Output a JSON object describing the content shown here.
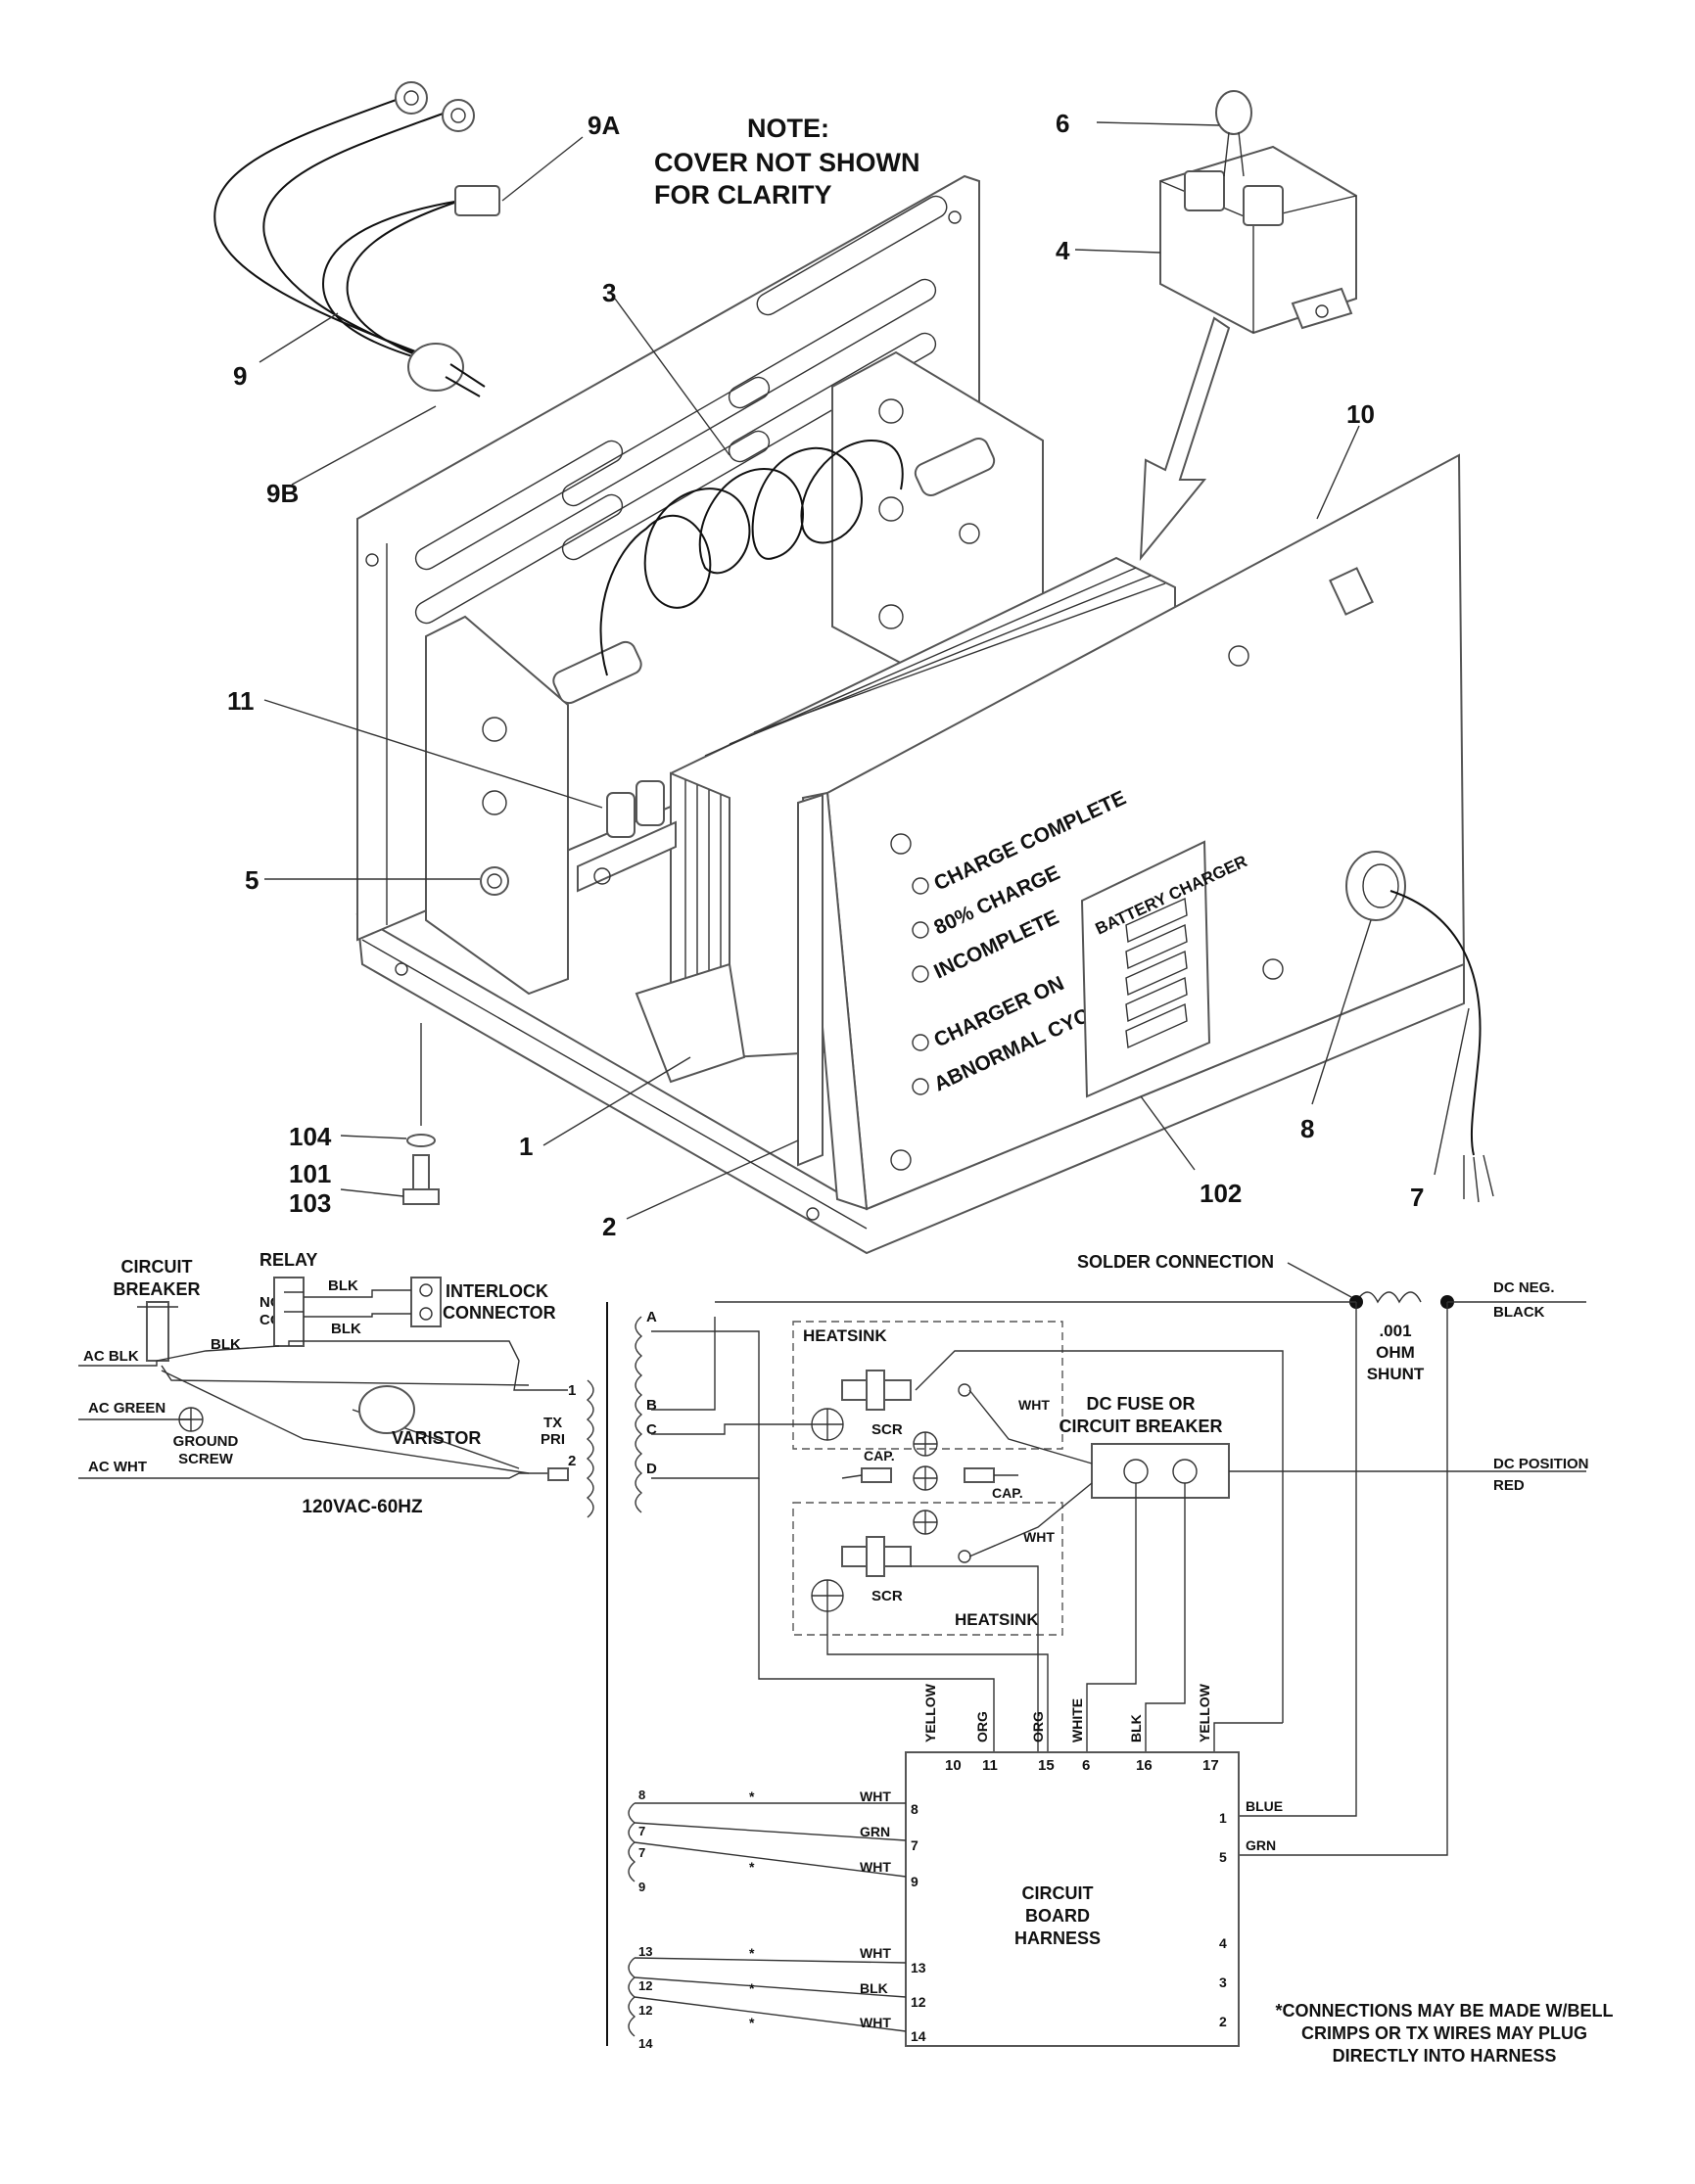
{
  "note": {
    "line1": "NOTE:",
    "line2": "COVER NOT SHOWN",
    "line3": "FOR CLARITY"
  },
  "callouts": {
    "c9A": "9A",
    "c6": "6",
    "c3": "3",
    "c4": "4",
    "c9": "9",
    "c9B": "9B",
    "c10": "10",
    "c11": "11",
    "c5": "5",
    "c104": "104",
    "c101": "101",
    "c103": "103",
    "c1": "1",
    "c2": "2",
    "c102": "102",
    "c8": "8",
    "c7": "7"
  },
  "panel": {
    "indicators": [
      "CHARGE COMPLETE",
      "80% CHARGE",
      "INCOMPLETE",
      "CHARGER ON",
      "ABNORMAL CYCLE"
    ],
    "label": "BATTERY CHARGER"
  },
  "ac_circuit": {
    "circuit_breaker_1": "CIRCUIT",
    "circuit_breaker_2": "BREAKER",
    "relay": "RELAY",
    "no": "NO",
    "com": "COM",
    "blk_top": "BLK",
    "blk_mid": "BLK",
    "blk_ac": "BLK",
    "interlock_1": "INTERLOCK",
    "interlock_2": "CONNECTOR",
    "ac_blk": "AC BLK",
    "ac_green": "AC GREEN",
    "ac_wht": "AC WHT",
    "ground_1": "GROUND",
    "ground_2": "SCREW",
    "varistor": "VARISTOR",
    "tx_1": "TX",
    "tx_2": "PRI",
    "tx_pin1": "1",
    "tx_pin2": "2",
    "supply": "120VAC-60HZ"
  },
  "dc_circuit": {
    "solder": "SOLDER CONNECTION",
    "dc_neg": "DC NEG.",
    "black": "BLACK",
    "shunt_1": ".001",
    "shunt_2": "OHM",
    "shunt_3": "SHUNT",
    "tap_a": "A",
    "tap_b": "B",
    "tap_c": "C",
    "tap_d": "D",
    "heatsink_top": "HEATSINK",
    "heatsink_bottom": "HEATSINK",
    "scr_top": "SCR",
    "scr_bottom": "SCR",
    "wht_top": "WHT",
    "wht_bottom": "WHT",
    "cap_1": "CAP.",
    "cap_2": "CAP.",
    "fuse_1": "DC FUSE OR",
    "fuse_2": "CIRCUIT BREAKER",
    "dc_pos": "DC POSITION",
    "red": "RED"
  },
  "harness": {
    "title_1": "CIRCUIT",
    "title_2": "BOARD",
    "title_3": "HARNESS",
    "top_wires": [
      {
        "color": "YELLOW",
        "pin": "10"
      },
      {
        "color": "ORG",
        "pin": "11"
      },
      {
        "color": "ORG",
        "pin": "15"
      },
      {
        "color": "WHITE",
        "pin": "6"
      },
      {
        "color": "BLK",
        "pin": "16"
      },
      {
        "color": "YELLOW",
        "pin": "17"
      }
    ],
    "left_wires": [
      {
        "tap": "8",
        "star": "*",
        "color": "WHT",
        "pin": "8"
      },
      {
        "tap": "7",
        "star": "",
        "color": "GRN",
        "pin": "7"
      },
      {
        "tap": "7",
        "star": "*",
        "color": "WHT",
        "pin": "9"
      },
      {
        "tap": "9",
        "star": "",
        "color": "",
        "pin": ""
      },
      {
        "tap": "13",
        "star": "*",
        "color": "WHT",
        "pin": "13"
      },
      {
        "tap": "12",
        "star": "*",
        "color": "BLK",
        "pin": "12"
      },
      {
        "tap": "12",
        "star": "*",
        "color": "WHT",
        "pin": "14"
      },
      {
        "tap": "14",
        "star": "",
        "color": "",
        "pin": ""
      }
    ],
    "right_pins": [
      {
        "pin": "1",
        "wire": "BLUE"
      },
      {
        "pin": "5",
        "wire": "GRN"
      },
      {
        "pin": "4",
        "wire": ""
      },
      {
        "pin": "3",
        "wire": ""
      },
      {
        "pin": "2",
        "wire": ""
      }
    ]
  },
  "footnote": {
    "line1": "*CONNECTIONS MAY BE MADE W/BELL",
    "line2": "CRIMPS OR TX WIRES MAY PLUG",
    "line3": "DIRECTLY INTO HARNESS"
  }
}
